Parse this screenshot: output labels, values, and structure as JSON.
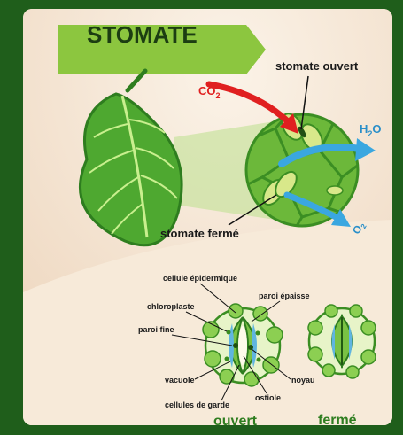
{
  "title": "STOMATE",
  "labels": {
    "open_stoma": "stomate ouvert",
    "closed_stoma": "stomate fermé",
    "epidermal_cell": "cellule épidermique",
    "thick_wall": "paroi épaisse",
    "chloroplast": "chloroplaste",
    "thin_wall": "paroi fine",
    "vacuole": "vacuole",
    "nucleus": "noyau",
    "ostiole": "ostiole",
    "guard_cells": "cellules de garde",
    "open": "ouvert",
    "closed": "fermé"
  },
  "gases": {
    "co2_main": "CO",
    "co2_sub": "2",
    "h2o_main_h": "H",
    "h2o_sub": "2",
    "h2o_main_o": "O",
    "o2_main": "O",
    "o2_sub": "2"
  },
  "colors": {
    "frame": "#1f5e1b",
    "title_bar": "#8cc63f",
    "leaf": "#4ea830",
    "leaf_dark": "#2e7d1f",
    "co2_arrow": "#e02020",
    "water_arrow": "#3aa7e0",
    "closed_label": "#2e7d1f"
  }
}
